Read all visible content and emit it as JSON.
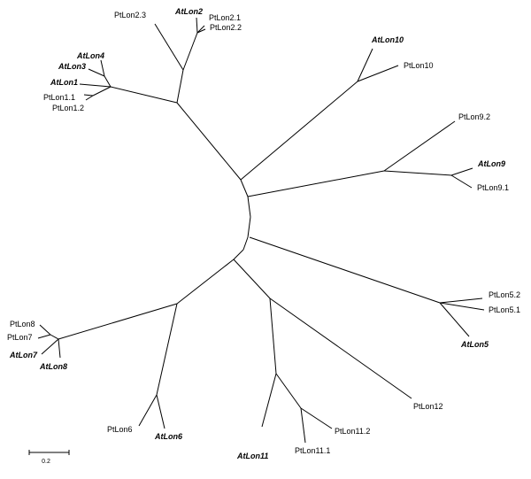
{
  "tree": {
    "leaves": [
      {
        "id": "AtLon10",
        "label": "AtLon10",
        "italic": true
      },
      {
        "id": "PtLon10",
        "label": "PtLon10",
        "italic": false
      },
      {
        "id": "PtLon9.2",
        "label": "PtLon9.2",
        "italic": false
      },
      {
        "id": "AtLon9",
        "label": "AtLon9",
        "italic": true
      },
      {
        "id": "PtLon9.1",
        "label": "PtLon9.1",
        "italic": false
      },
      {
        "id": "PtLon5.2",
        "label": "PtLon5.2",
        "italic": false
      },
      {
        "id": "PtLon5.1",
        "label": "PtLon5.1",
        "italic": false
      },
      {
        "id": "AtLon5",
        "label": "AtLon5",
        "italic": true
      },
      {
        "id": "PtLon12",
        "label": "PtLon12",
        "italic": false
      },
      {
        "id": "PtLon11.2",
        "label": "PtLon11.2",
        "italic": false
      },
      {
        "id": "PtLon11.1",
        "label": "PtLon11.1",
        "italic": false
      },
      {
        "id": "AtLon11",
        "label": "AtLon11",
        "italic": true
      },
      {
        "id": "PtLon6",
        "label": "PtLon6",
        "italic": false
      },
      {
        "id": "AtLon6",
        "label": "AtLon6",
        "italic": true
      },
      {
        "id": "PtLon8",
        "label": "PtLon8",
        "italic": false
      },
      {
        "id": "PtLon7",
        "label": "PtLon7",
        "italic": false
      },
      {
        "id": "AtLon7",
        "label": "AtLon7",
        "italic": true
      },
      {
        "id": "AtLon8",
        "label": "AtLon8",
        "italic": true
      },
      {
        "id": "AtLon4",
        "label": "AtLon4",
        "italic": true
      },
      {
        "id": "AtLon3",
        "label": "AtLon3",
        "italic": true
      },
      {
        "id": "AtLon1",
        "label": "AtLon1",
        "italic": true
      },
      {
        "id": "PtLon1.1",
        "label": "PtLon1.1",
        "italic": false
      },
      {
        "id": "PtLon1.2",
        "label": "PtLon1.2",
        "italic": false
      },
      {
        "id": "PtLon2.3",
        "label": "PtLon2.3",
        "italic": false
      },
      {
        "id": "AtLon2",
        "label": "AtLon2",
        "italic": true
      },
      {
        "id": "PtLon2.1",
        "label": "PtLon2.1",
        "italic": false
      },
      {
        "id": "PtLon2.2",
        "label": "PtLon2.2",
        "italic": false
      }
    ]
  },
  "scale_bar": {
    "label": "0.2"
  },
  "colors": {
    "line": "#000000",
    "text": "#000000",
    "background": "#ffffff"
  }
}
